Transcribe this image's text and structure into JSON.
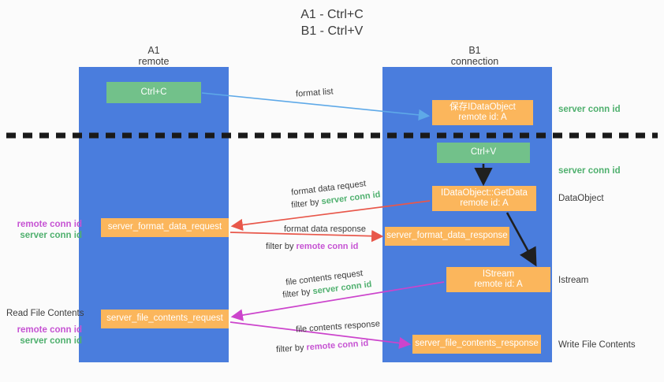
{
  "title": {
    "line1": "A1 - Ctrl+C",
    "line2": "B1 - Ctrl+V"
  },
  "lanes": [
    {
      "name": "A1",
      "sub": "remote"
    },
    {
      "name": "B1",
      "sub": "connection"
    }
  ],
  "boxes": {
    "ctrl_c": "Ctrl+C",
    "save_idataobject_l1": "保存IDataObject",
    "save_idataobject_l2": "remote id: A",
    "ctrl_v": "Ctrl+V",
    "getdata_l1": "IDataObject::GetData",
    "getdata_l2": "remote id: A",
    "istream_l1": "IStream",
    "istream_l2": "remote id: A",
    "server_format_data_request": "server_format_data_request",
    "server_format_data_response": "server_format_data_response",
    "server_file_contents_request": "server_file_contents_request",
    "server_file_contents_response": "server_file_contents_response"
  },
  "right_labels": {
    "server_conn_id_top": "server conn id",
    "server_conn_id_mid": "server conn id",
    "dataobject": "DataObject",
    "istream": "Istream",
    "write_file_contents": "Write File Contents"
  },
  "left_labels": {
    "remote_conn_id_1": "remote conn id",
    "server_conn_id_1": "server conn id",
    "read_file_contents": "Read File Contents",
    "remote_conn_id_2": "remote conn id",
    "server_conn_id_2": "server conn id"
  },
  "arrow_labels": {
    "format_list": "format list",
    "format_data_request": "format data request",
    "filter_by": "filter by ",
    "server_conn_id": "server conn id",
    "remote_conn_id": "remote conn id",
    "format_data_response": "format data response",
    "file_contents_request": "file contents request",
    "file_contents_response": "file contents response"
  },
  "colors": {
    "lane": "#4a7ddd",
    "green_box": "#72c18a",
    "orange_box": "#fbb65c",
    "server_conn_id": "#4fb06e",
    "remote_conn_id": "#c653d3",
    "arrow_blue": "#5ea9e8",
    "arrow_red": "#e8574a",
    "arrow_magenta": "#cc44cc",
    "arrow_dark": "#222222",
    "divider": "#1a1a1a"
  }
}
